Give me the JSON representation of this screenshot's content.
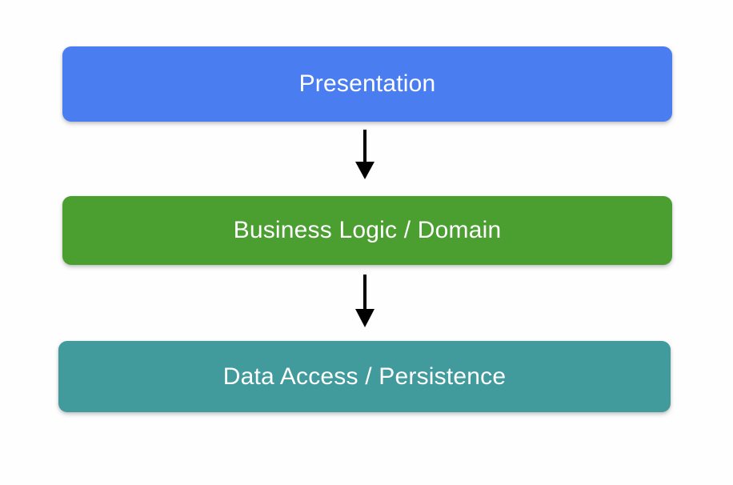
{
  "diagram": {
    "type": "layered-architecture-flow",
    "background_color": "#fefeff",
    "orientation": "vertical-top-to-bottom",
    "layers": [
      {
        "id": "presentation",
        "label": "Presentation",
        "color": "#4a7ef0",
        "text_color": "#ffffff",
        "order": 1
      },
      {
        "id": "business",
        "label": "Business Logic / Domain",
        "color": "#4b9e30",
        "text_color": "#ffffff",
        "order": 2
      },
      {
        "id": "data",
        "label": "Data Access / Persistence",
        "color": "#419a9c",
        "text_color": "#ffffff",
        "order": 3
      }
    ],
    "connectors": [
      {
        "id": "arrow-presentation-to-business",
        "from": "presentation",
        "to": "business",
        "style": "solid-filled-arrowhead",
        "color": "#000000"
      },
      {
        "id": "arrow-business-to-data",
        "from": "business",
        "to": "data",
        "style": "solid-filled-arrowhead",
        "color": "#000000"
      }
    ]
  }
}
